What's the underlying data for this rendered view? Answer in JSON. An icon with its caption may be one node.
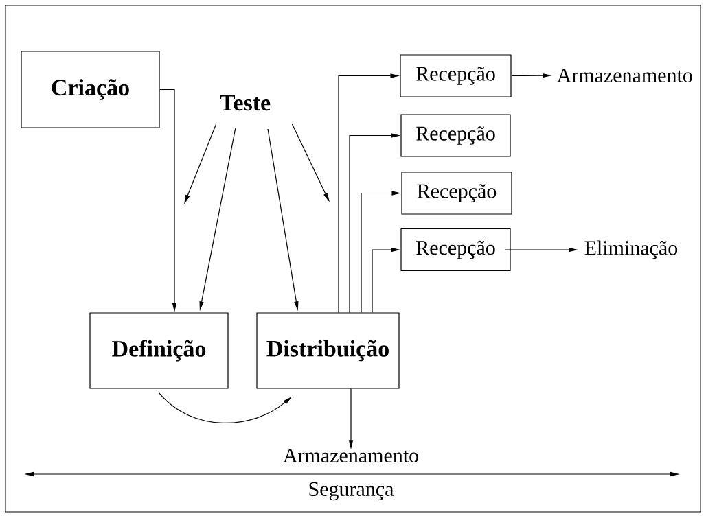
{
  "diagram": {
    "nodes": [
      {
        "text": [
          "Criação"
        ]
      },
      {
        "text": [
          "Teste"
        ]
      },
      {
        "text": [
          "Definição"
        ]
      },
      {
        "text": [
          "Distribuição"
        ]
      },
      {
        "text": [
          "Recepção"
        ]
      },
      {
        "text": [
          "Recepção"
        ]
      },
      {
        "text": [
          "Recepção"
        ]
      },
      {
        "text": [
          "Recepção"
        ]
      },
      {
        "text": [
          "Armazenamento"
        ]
      },
      {
        "text": [
          "Eliminação"
        ]
      },
      {
        "text": [
          "Armazenamento"
        ]
      }
    ],
    "edges": [
      {
        "from": 0,
        "to": 2,
        "arrow": "to"
      },
      {
        "from": 1,
        "to": null,
        "arrow": "to"
      },
      {
        "from": 1,
        "to": 2,
        "arrow": "to"
      },
      {
        "from": 1,
        "to": 3,
        "arrow": "to"
      },
      {
        "from": 1,
        "to": null,
        "arrow": "to"
      },
      {
        "from": 2,
        "to": 3,
        "arrow": "to"
      },
      {
        "from": 3,
        "to": 4,
        "arrow": "to"
      },
      {
        "from": 3,
        "to": 5,
        "arrow": "to"
      },
      {
        "from": 3,
        "to": 6,
        "arrow": "to"
      },
      {
        "from": 3,
        "to": 7,
        "arrow": "to"
      },
      {
        "from": 4,
        "to": 8,
        "arrow": "to"
      },
      {
        "from": 7,
        "to": 9,
        "arrow": "to"
      },
      {
        "from": 3,
        "to": 10,
        "arrow": "to"
      }
    ],
    "labels": [
      "Segurança"
    ]
  }
}
